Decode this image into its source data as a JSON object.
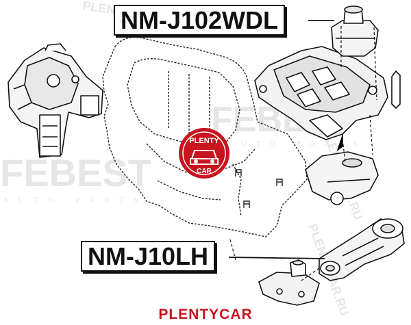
{
  "labels": {
    "top_part": "NM-J102WDL",
    "bottom_part": "NM-J10LH"
  },
  "footer": {
    "text": "PLENTYCAR"
  },
  "logo": {
    "line1": "PLENTY",
    "line2": "CAR"
  },
  "watermarks": {
    "brand": "FEBEST",
    "brand_sub": "AUTO PARTS",
    "site": "PLENTYCAR.RU"
  },
  "colors": {
    "accent_red": "#c8141e",
    "line": "#111111",
    "watermark": "#e4e4e4"
  }
}
